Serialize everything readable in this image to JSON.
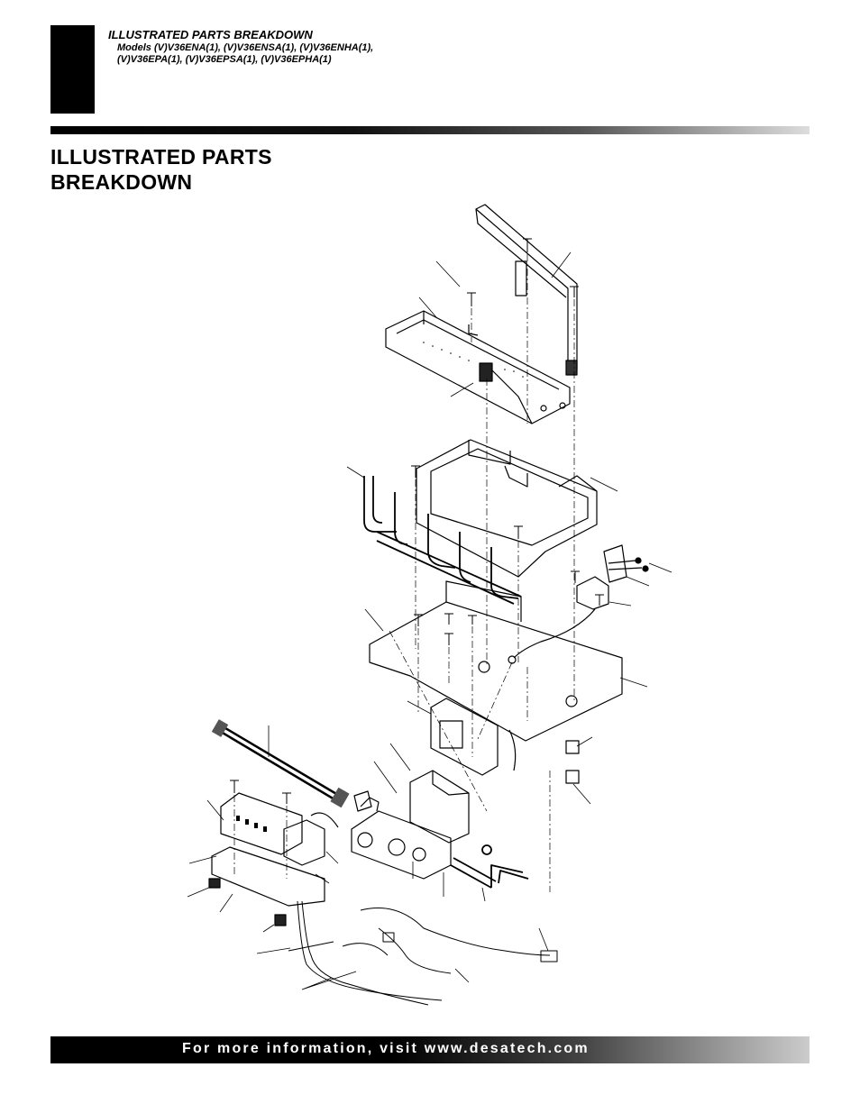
{
  "header": {
    "section_title": "ILLUSTRATED PARTS BREAKDOWN",
    "models_line1": "Models (V)V36ENA(1), (V)V36ENSA(1), (V)V36ENHA(1),",
    "models_line2": "(V)V36EPA(1), (V)V36EPSA(1), (V)V36EPHA(1)"
  },
  "page_title": {
    "line1": "ILLUSTRATED PARTS",
    "line2": "BREAKDOWN"
  },
  "footer": {
    "text": "For more information, visit www.desatech.com"
  }
}
